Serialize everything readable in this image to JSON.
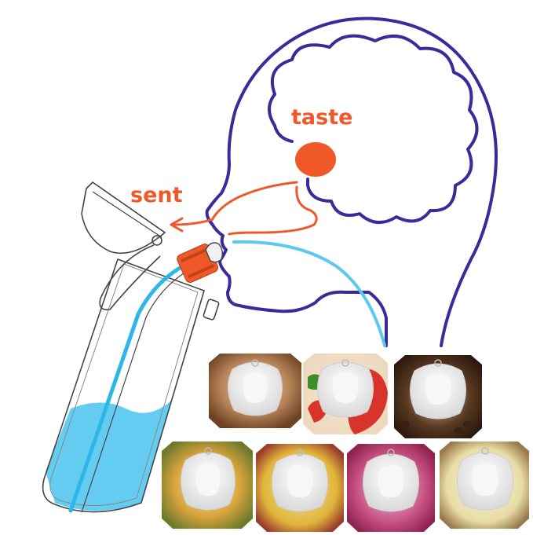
{
  "labels": {
    "taste": "taste",
    "sent": "sent"
  },
  "colors": {
    "head_outline": "#3a2a9a",
    "accent": "#f0582a",
    "water": "#5cc9ef",
    "straw": "#2fb6e8",
    "bottle_outline": "#444444"
  },
  "flavor_pods": [
    {
      "name": "caramel"
    },
    {
      "name": "strawberry"
    },
    {
      "name": "coffee"
    },
    {
      "name": "pineapple"
    },
    {
      "name": "passion-fruit"
    },
    {
      "name": "dragon-fruit"
    },
    {
      "name": "lemon"
    }
  ]
}
